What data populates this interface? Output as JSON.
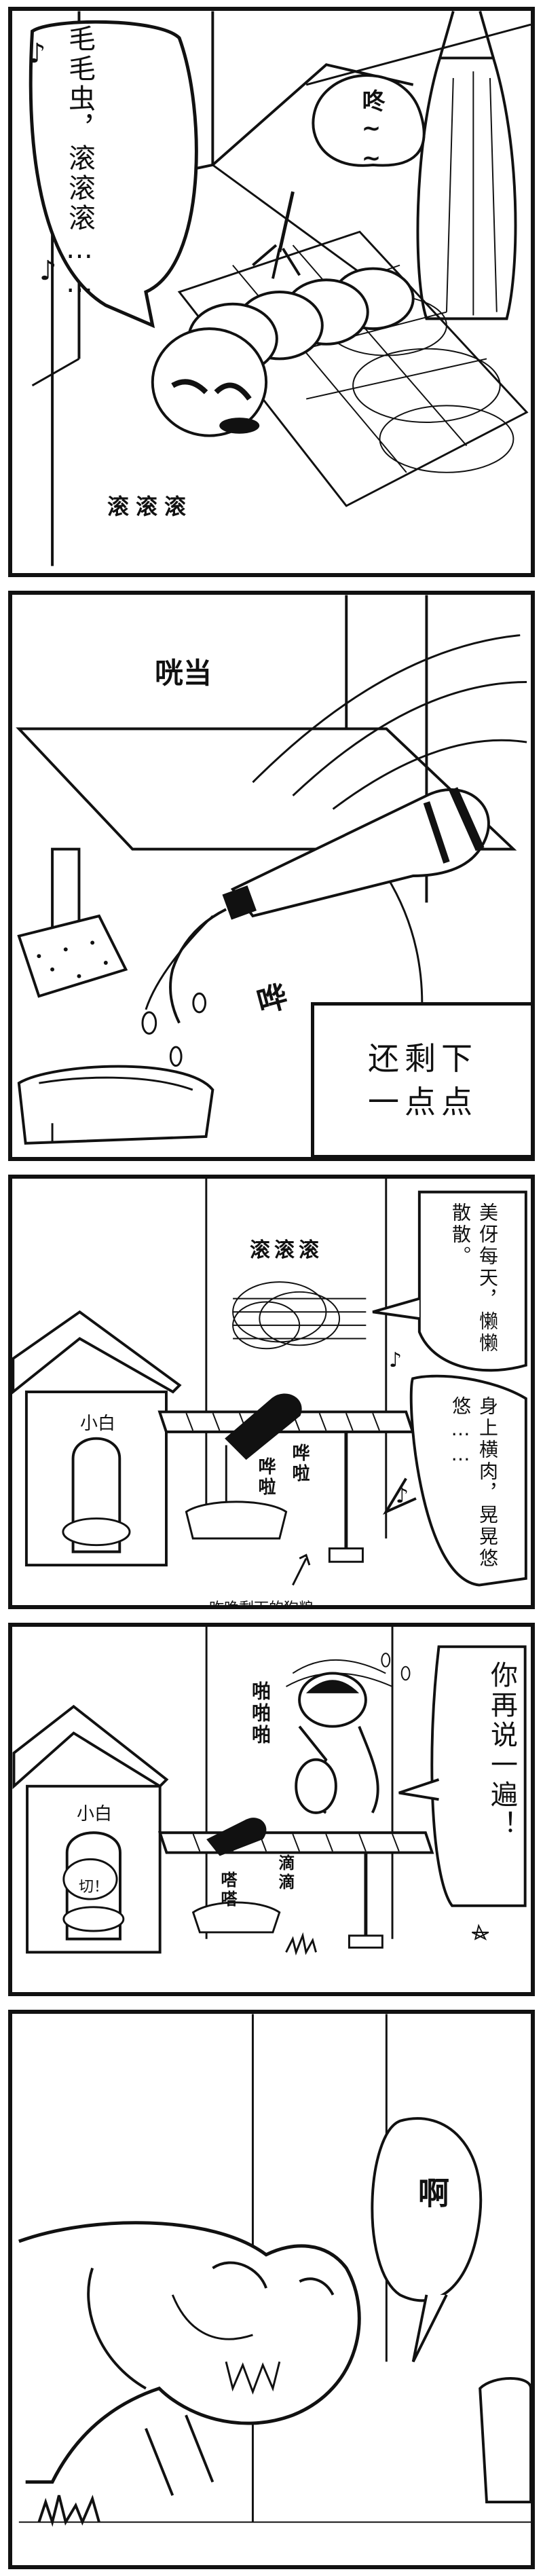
{
  "panels": [
    {
      "speech": {
        "lines": [
          "毛毛虫，滚",
          "滚滚……"
        ]
      },
      "note": "♪",
      "note2": "♪",
      "sfx_ticking": "咚~~",
      "sfx_rolling": "滚滚滚"
    },
    {
      "sfx_bang": "咣当",
      "sfx_splash": "哗",
      "caption": {
        "lines": [
          "还剩下",
          "一点点"
        ]
      }
    },
    {
      "sfx_rolling": "滚滚滚",
      "doghouse_sign": "小白",
      "sfx_pour_1": "哗啦",
      "sfx_pour_2": "哗啦",
      "label_food": "昨晚剩下的狗粮",
      "speech_right": {
        "lines": [
          "美伢每天，",
          "懒懒散散。"
        ]
      },
      "speech_right2": {
        "lines": [
          "身上横肉，",
          "晃晃悠悠……"
        ]
      },
      "note": "♪",
      "note2": "♪"
    },
    {
      "doghouse_sign": "小白",
      "bubble_dog": "切！",
      "sfx_slap": "啪啪啪",
      "sfx_drip": "嗒嗒",
      "sfx_drip2": "滴滴",
      "speech_mom": {
        "lines": [
          "你再说一遍！"
        ]
      }
    },
    {
      "speech_dog": "啊"
    }
  ]
}
